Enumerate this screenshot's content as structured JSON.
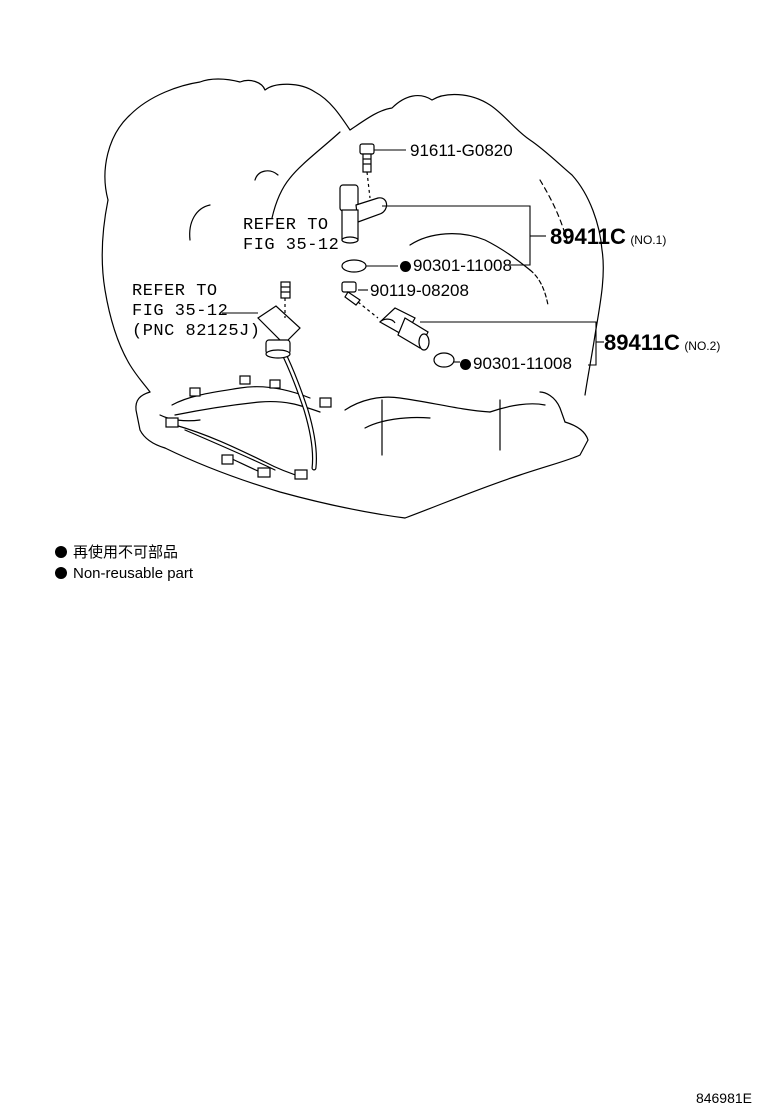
{
  "labels": {
    "refer_top_1": "REFER TO",
    "refer_top_2": "FIG 35-12",
    "refer_left_1": "REFER TO",
    "refer_left_2": "FIG 35-12",
    "refer_left_3": "(PNC 82125J)"
  },
  "parts": {
    "bolt_top": "91611-G0820",
    "sensor_no1": "89411C",
    "sensor_no1_tag": "(NO.1)",
    "oring_1": "90301-11008",
    "bolt_mid": "90119-08208",
    "sensor_no2": "89411C",
    "sensor_no2_tag": "(NO.2)",
    "oring_2": "90301-11008"
  },
  "legend": {
    "line_jp": "再使用不可部品",
    "line_en": "Non-reusable part"
  },
  "diagram_code": "846981E"
}
